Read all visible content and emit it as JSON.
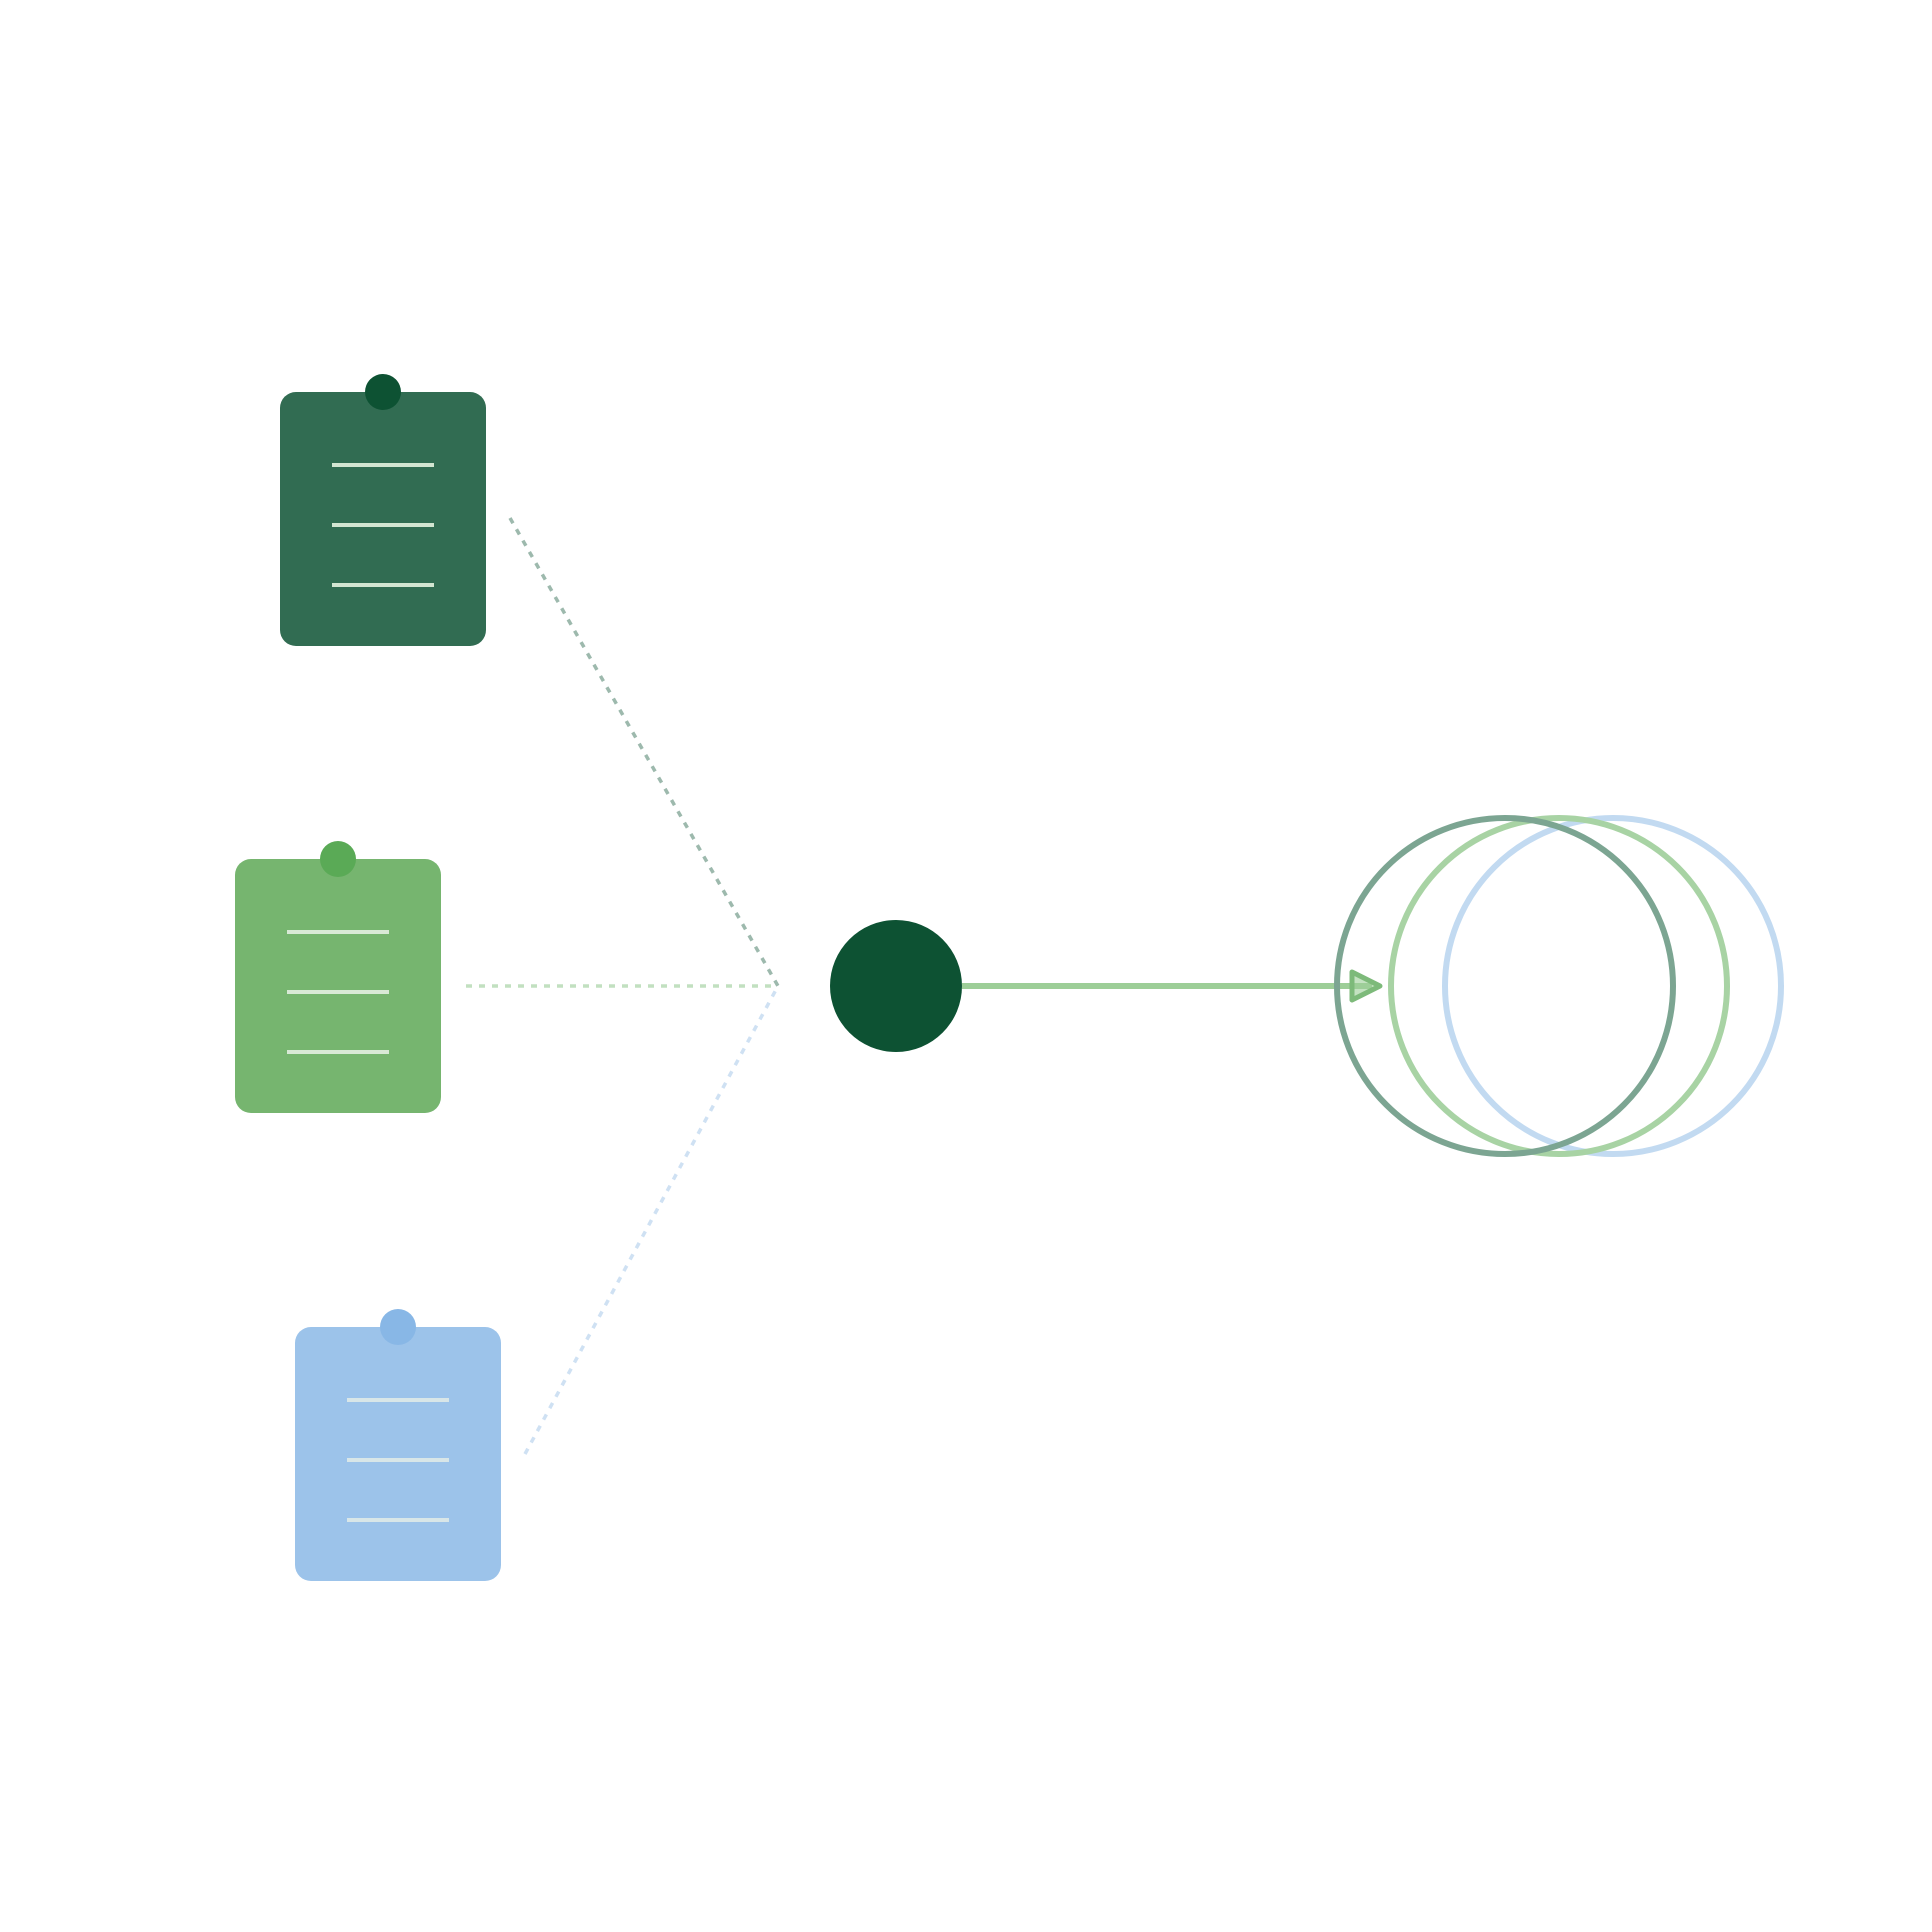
{
  "diagram": {
    "background": "#ffffff",
    "clipboards": [
      {
        "name": "clipboard-dark-green",
        "board_color": "#316C52",
        "clip_color": "#0D5233",
        "line_color": "#D3E6D2",
        "connector_color": "#9DB9AD"
      },
      {
        "name": "clipboard-light-green",
        "board_color": "#76B56F",
        "clip_color": "#5AAA56",
        "line_color": "#D8E9D5",
        "connector_color": "#C2E0C0"
      },
      {
        "name": "clipboard-light-blue",
        "board_color": "#9CC3EA",
        "clip_color": "#88B7E6",
        "line_color": "#D8E6E8",
        "connector_color": "#CFE1F3"
      }
    ],
    "hub_node": {
      "color": "#0D5233"
    },
    "arrow": {
      "color": "#9DCE98",
      "head_color": "#7DBA7A"
    },
    "output_rings": [
      {
        "name": "ring-dark-green",
        "color": "#7CA592"
      },
      {
        "name": "ring-light-green",
        "color": "#A8D3A4"
      },
      {
        "name": "ring-light-blue",
        "color": "#C2DAF1"
      }
    ]
  }
}
